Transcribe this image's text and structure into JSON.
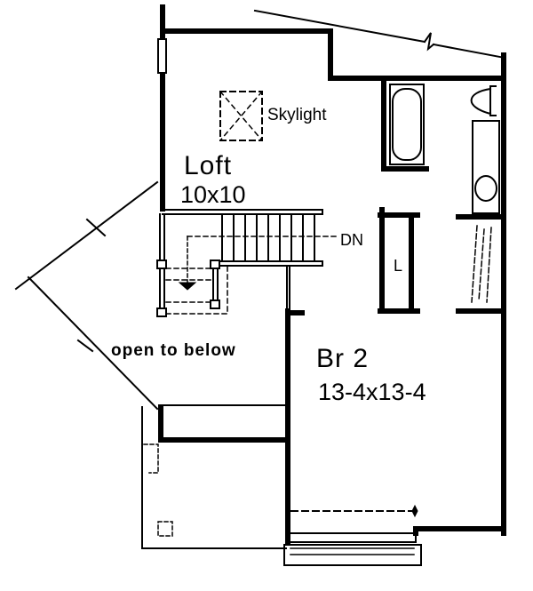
{
  "plan": {
    "rooms": [
      {
        "name": "Loft",
        "dimensions": "10x10"
      },
      {
        "name": "Br 2",
        "dimensions": "13-4x13-4"
      }
    ],
    "labels": {
      "skylight": "Skylight",
      "stairs_down": "DN",
      "linen": "L",
      "open_area": "open to below"
    },
    "colors": {
      "ink": "#000000",
      "paper": "#ffffff"
    }
  }
}
